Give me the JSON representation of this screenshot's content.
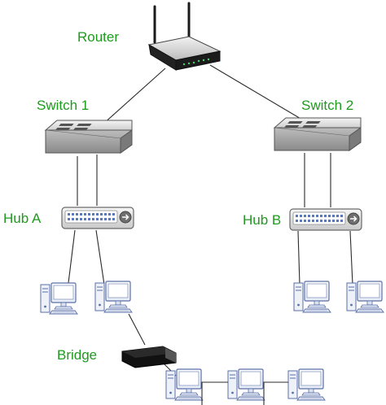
{
  "labels": {
    "router": "Router",
    "switch1": "Switch 1",
    "switch2": "Switch 2",
    "hub_a": "Hub A",
    "hub_b": "Hub B",
    "bridge": "Bridge"
  },
  "colors": {
    "label_text": "#1f9a1f",
    "line": "#2b2b2b",
    "device_body": "#e8e8e8",
    "device_outline": "#555555",
    "router_body": "#1b1b1b",
    "computer_outline": "#5a6fa8",
    "computer_fill": "#f3f6fb"
  },
  "icons": {
    "router": "wireless-router-icon",
    "switch": "network-switch-icon",
    "hub": "network-hub-icon",
    "computer": "desktop-computer-icon",
    "bridge": "network-bridge-icon"
  }
}
